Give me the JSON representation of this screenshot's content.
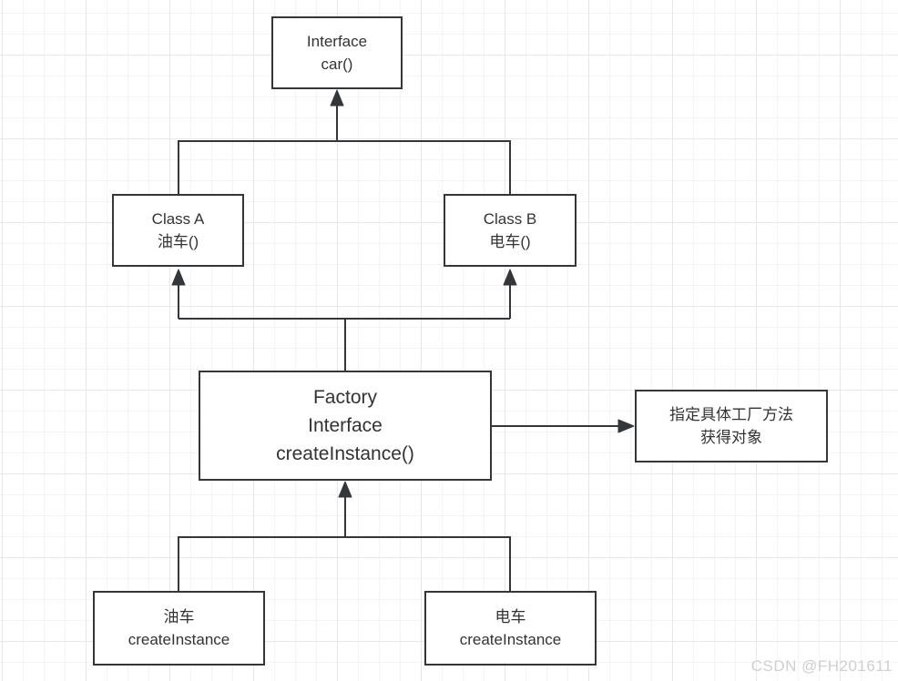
{
  "canvas": {
    "background_color": "#ffffff",
    "grid_minor_color": "#f4f4f4",
    "grid_major_color": "#e8e8e8",
    "stroke_color": "#33373c",
    "text_color": "#333333",
    "watermark_color": "#cfcfcf"
  },
  "nodes": {
    "interface_car": {
      "lines": [
        "Interface",
        "car()"
      ]
    },
    "class_a": {
      "lines": [
        "Class A",
        "油车()"
      ]
    },
    "class_b": {
      "lines": [
        "Class B",
        "电车()"
      ]
    },
    "factory_interface": {
      "lines": [
        "Factory",
        "Interface",
        "createInstance()"
      ]
    },
    "note": {
      "lines": [
        "指定具体工厂方法",
        "获得对象"
      ]
    },
    "oil_factory": {
      "lines": [
        "油车",
        "createInstance"
      ]
    },
    "electric_factory": {
      "lines": [
        "电车",
        "createInstance"
      ]
    }
  },
  "watermark": "CSDN @FH201611"
}
